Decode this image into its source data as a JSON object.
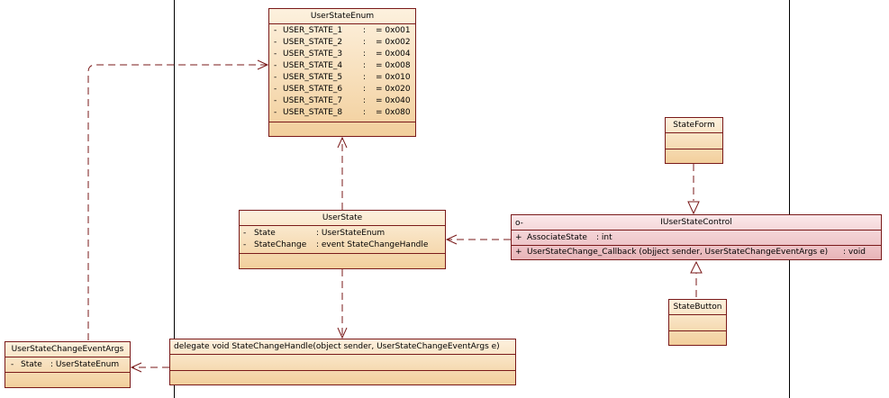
{
  "colors": {
    "border": "#7a1a1a",
    "class_fill_top": "#fdf1de",
    "class_fill_bottom": "#f2cf9c",
    "interface_fill_top": "#fbe8ea",
    "interface_fill_bottom": "#e8b4b8",
    "link": "#7a1a1a"
  },
  "classes": {
    "user_state_enum": {
      "name": "UserStateEnum",
      "attributes": [
        {
          "vis": "-",
          "name": "USER_STATE_1",
          "sep": ":",
          "value": "= 0x001"
        },
        {
          "vis": "-",
          "name": "USER_STATE_2",
          "sep": ":",
          "value": "= 0x002"
        },
        {
          "vis": "-",
          "name": "USER_STATE_3",
          "sep": ":",
          "value": "= 0x004"
        },
        {
          "vis": "-",
          "name": "USER_STATE_4",
          "sep": ":",
          "value": "= 0x008"
        },
        {
          "vis": "-",
          "name": "USER_STATE_5",
          "sep": ":",
          "value": "= 0x010"
        },
        {
          "vis": "-",
          "name": "USER_STATE_6",
          "sep": ":",
          "value": "= 0x020"
        },
        {
          "vis": "-",
          "name": "USER_STATE_7",
          "sep": ":",
          "value": "= 0x040"
        },
        {
          "vis": "-",
          "name": "USER_STATE_8",
          "sep": ":",
          "value": "= 0x080"
        }
      ]
    },
    "user_state": {
      "name": "UserState",
      "attributes": [
        {
          "vis": "-",
          "name": "State",
          "type": ": UserStateEnum"
        },
        {
          "vis": "-",
          "name": "StateChange",
          "type": ": event StateChangeHandle"
        }
      ]
    },
    "state_form": {
      "name": "StateForm"
    },
    "state_button": {
      "name": "StateButton"
    },
    "iuser_state_control": {
      "icon": "interface-icon",
      "icon_glyph": "o-",
      "name": "IUserStateControl",
      "attributes": [
        {
          "vis": "+",
          "name": "AssociateState",
          "type": ": int"
        }
      ],
      "operations": [
        {
          "vis": "+",
          "name": "UserStateChange_Callback (objject sender, UserStateChangeEventArgs e)",
          "type": ": void"
        }
      ]
    },
    "user_state_change_event_args": {
      "name": "UserStateChangeEventArgs",
      "attributes": [
        {
          "vis": "-",
          "name": "State",
          "type": ": UserStateEnum"
        }
      ]
    },
    "state_change_handle": {
      "name": "delegate void StateChangeHandle(object sender, UserStateChangeEventArgs e)"
    }
  }
}
